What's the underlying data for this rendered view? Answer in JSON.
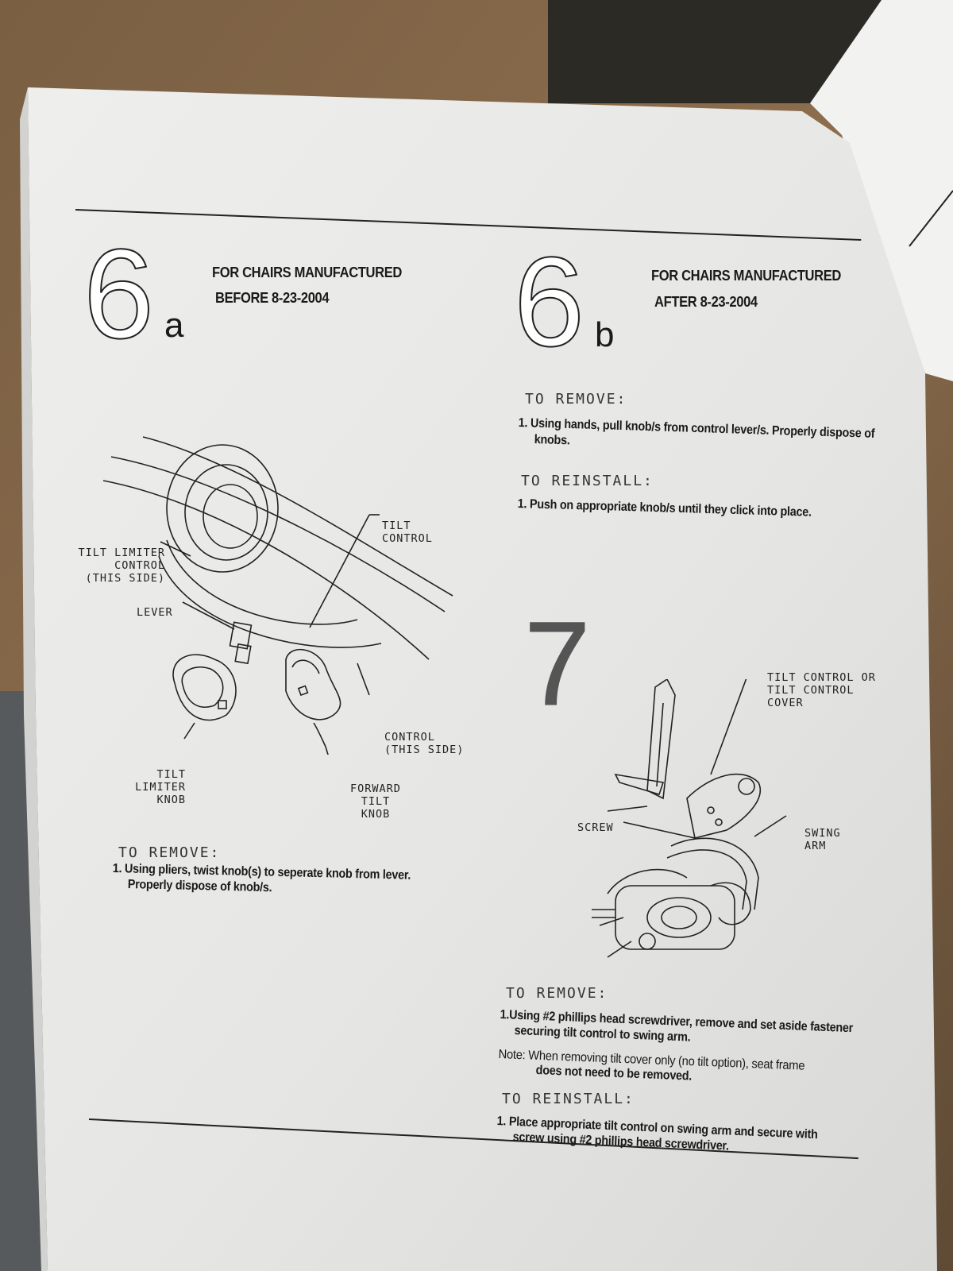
{
  "sections": {
    "s6a": {
      "number": "6",
      "letter": "a",
      "header_line1": "FOR CHAIRS MANUFACTURED",
      "header_line2": "BEFORE 8-23-2004",
      "labels": {
        "tilt_limiter_control": "TILT LIMITER\nCONTROL\n(THIS SIDE)",
        "tilt_control": "TILT\nCONTROL",
        "lever": "LEVER",
        "control_this_side": "CONTROL\n(THIS SIDE)",
        "tilt_limiter_knob": "TILT\nLIMITER\nKNOB",
        "forward_tilt_knob": "FORWARD\nTILT\nKNOB"
      },
      "remove_heading": "TO REMOVE:",
      "remove_steps": [
        "1. Using pliers, twist knob(s) to seperate knob from lever.",
        "Properly dispose of knob/s."
      ]
    },
    "s6b": {
      "number": "6",
      "letter": "b",
      "header_line1": "FOR CHAIRS MANUFACTURED",
      "header_line2": "AFTER 8-23-2004",
      "remove_heading": "TO REMOVE:",
      "remove_steps": [
        "1. Using hands, pull knob/s from control lever/s. Properly dispose of",
        "knobs."
      ],
      "reinstall_heading": "TO REINSTALL:",
      "reinstall_steps": [
        "1. Push on appropriate knob/s until they click into place."
      ]
    },
    "s7": {
      "number": "7",
      "labels": {
        "tilt_control_or_cover": "TILT CONTROL OR\nTILT CONTROL\nCOVER",
        "screw": "SCREW",
        "swing_arm": "SWING\nARM"
      },
      "remove_heading": "TO REMOVE:",
      "remove_steps": [
        "1.Using #2 phillips head screwdriver, remove and set aside fastener",
        "securing tilt control to swing arm."
      ],
      "note": [
        "Note: When removing tilt cover only (no tilt option), seat frame",
        "does not need to be removed."
      ],
      "reinstall_heading": "TO REINSTALL:",
      "reinstall_steps": [
        "1. Place appropriate tilt control on swing arm and secure with",
        "screw using #2 phillips head screwdriver."
      ]
    }
  }
}
